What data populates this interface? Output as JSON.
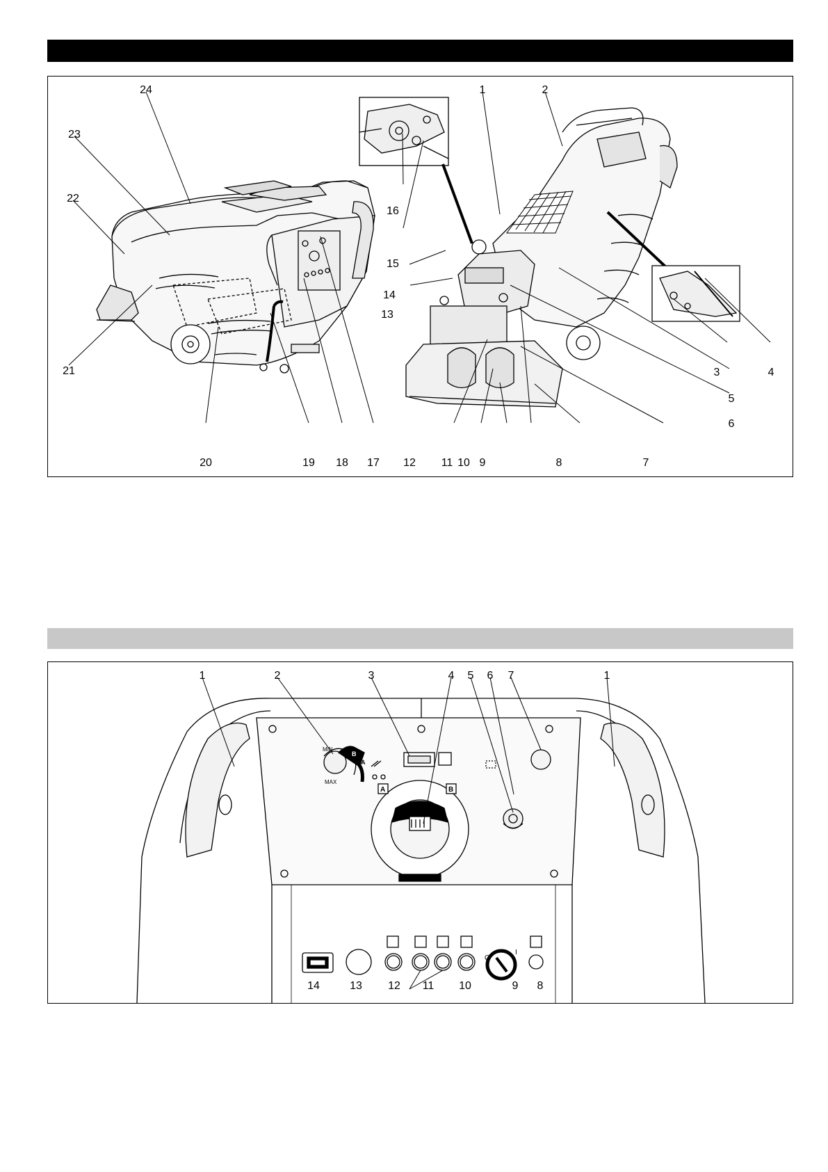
{
  "figure1": {
    "labels": {
      "n1": "1",
      "n2": "2",
      "n3": "3",
      "n4": "4",
      "n5": "5",
      "n6": "6",
      "n7": "7",
      "n8": "8",
      "n9": "9",
      "n10": "10",
      "n11": "11",
      "n12": "12",
      "n13": "13",
      "n14": "14",
      "n15": "15",
      "n16": "16",
      "n17": "17",
      "n18": "18",
      "n19": "19",
      "n20": "20",
      "n21": "21",
      "n22": "22",
      "n23": "23",
      "n24": "24"
    }
  },
  "figure2": {
    "labels": {
      "n1a": "1",
      "n1b": "1",
      "n2": "2",
      "n3": "3",
      "n4": "4",
      "n5": "5",
      "n6": "6",
      "n7": "7",
      "n8": "8",
      "n9": "9",
      "n10": "10",
      "n11": "11",
      "n12": "12",
      "n13": "13",
      "n14": "14"
    },
    "dial": {
      "min": "MIN",
      "max": "MAX",
      "b": "B",
      "a": "A"
    },
    "selector": {
      "a": "A",
      "b": "B"
    },
    "key_switch": {
      "off": "O",
      "on": "I"
    }
  }
}
